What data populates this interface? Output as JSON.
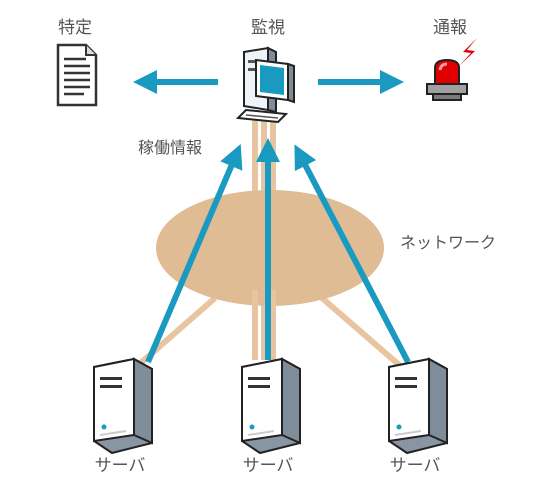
{
  "labels": {
    "identify": "特定",
    "monitor": "監視",
    "notify": "通報",
    "operating_info": "稼働情報",
    "network": "ネットワーク",
    "servers": [
      "サーバ",
      "サーバ",
      "サーバ"
    ]
  },
  "colors": {
    "arrow": "#1a9ac0",
    "link": "#e8c5a0",
    "network_cloud": "#e0bc94",
    "server_body": "#ffffff",
    "server_side": "#8a95a3",
    "alarm_red": "#e00000",
    "label_text": "#555555"
  },
  "icons": {
    "identify": "document-icon",
    "monitor": "monitoring-computer-icon",
    "notify": "alarm-light-icon",
    "server": "server-icon"
  }
}
